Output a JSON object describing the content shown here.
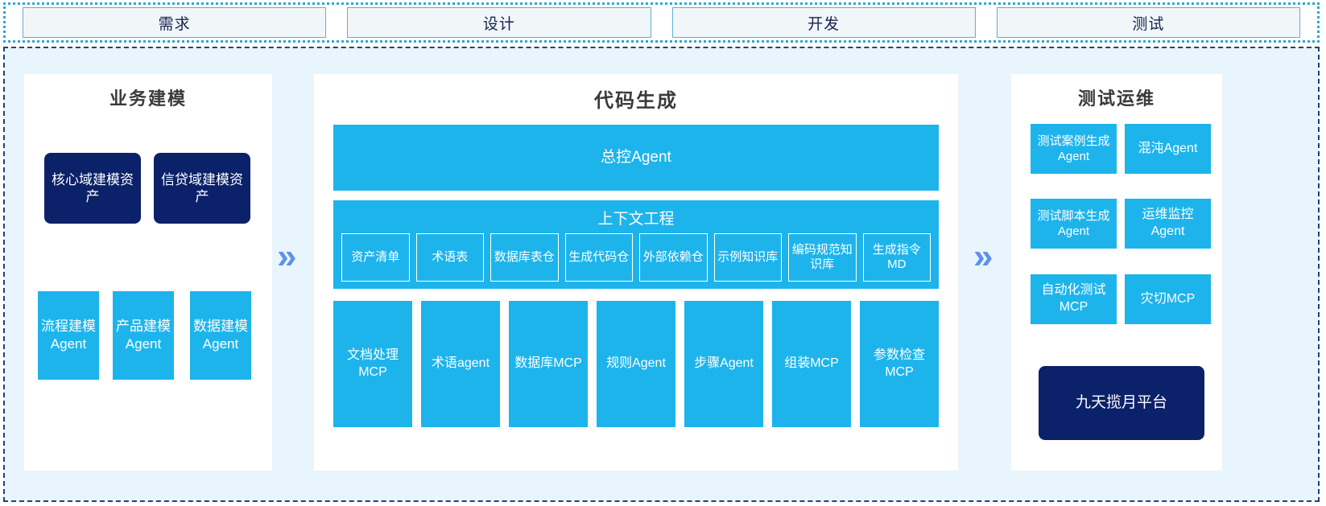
{
  "phases": {
    "items": [
      {
        "label": "需求"
      },
      {
        "label": "设计"
      },
      {
        "label": "开发"
      },
      {
        "label": "测试"
      }
    ]
  },
  "separators": {
    "chevron_glyph": "»",
    "chevron_color": "#5d92ea"
  },
  "colors": {
    "navy": "#0b2169",
    "cyan": "#1db4ec",
    "panel_bg": "#ffffff",
    "area_bg": "#e9f5fd",
    "phase_box_bg": "#f1f6f9",
    "phase_border": "#5fb2cf",
    "area_border": "#2a3f77",
    "strip_border": "#2aa8d8"
  },
  "panels": {
    "left": {
      "title": "业务建模",
      "assets": [
        {
          "label": "核心域建模资产"
        },
        {
          "label": "信贷域建模资产"
        }
      ],
      "agents": [
        {
          "label": "流程建模Agent"
        },
        {
          "label": "产品建模Agent"
        },
        {
          "label": "数据建模Agent"
        }
      ]
    },
    "mid": {
      "title": "代码生成",
      "master_agent": "总控Agent",
      "context": {
        "title": "上下文工程",
        "items": [
          {
            "label": "资产清单"
          },
          {
            "label": "术语表"
          },
          {
            "label": "数据库表仓"
          },
          {
            "label": "生成代码仓"
          },
          {
            "label": "外部依赖仓"
          },
          {
            "label": "示例知识库"
          },
          {
            "label": "编码规范知识库"
          },
          {
            "label": "生成指令MD"
          }
        ]
      },
      "tools": [
        {
          "label": "文档处理MCP"
        },
        {
          "label": "术语agent"
        },
        {
          "label": "数据库MCP"
        },
        {
          "label": "规则Agent"
        },
        {
          "label": "步骤Agent"
        },
        {
          "label": "组装MCP"
        },
        {
          "label": "参数检查MCP"
        }
      ]
    },
    "right": {
      "title": "测试运维",
      "agents": [
        {
          "label": "测试案例生成Agent"
        },
        {
          "label": "混沌Agent"
        },
        {
          "label": "测试脚本生成Agent"
        },
        {
          "label": "运维监控Agent"
        },
        {
          "label": "自动化测试MCP"
        },
        {
          "label": "灾切MCP"
        }
      ],
      "platform": "九天揽月平台"
    }
  }
}
